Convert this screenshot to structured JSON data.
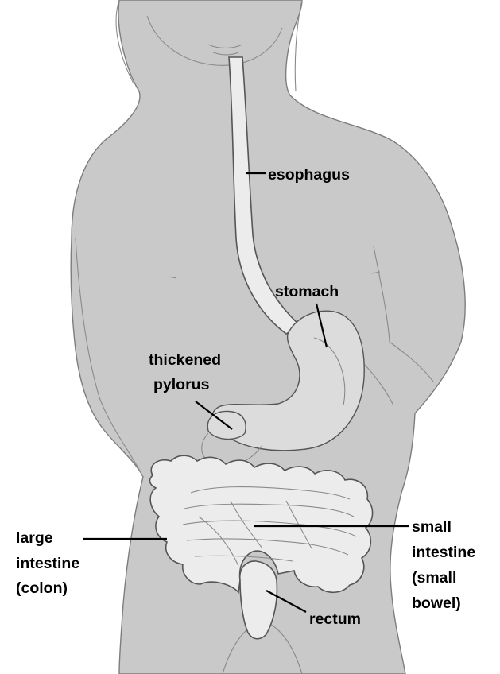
{
  "labels": {
    "esophagus": "esophagus",
    "stomach": "stomach",
    "thickened_pylorus": [
      "thickened",
      "pylorus"
    ],
    "large_intestine": [
      "large",
      "intestine",
      "(colon)"
    ],
    "small_intestine": [
      "small",
      "intestine",
      "(small",
      "bowel)"
    ],
    "rectum": "rectum"
  }
}
